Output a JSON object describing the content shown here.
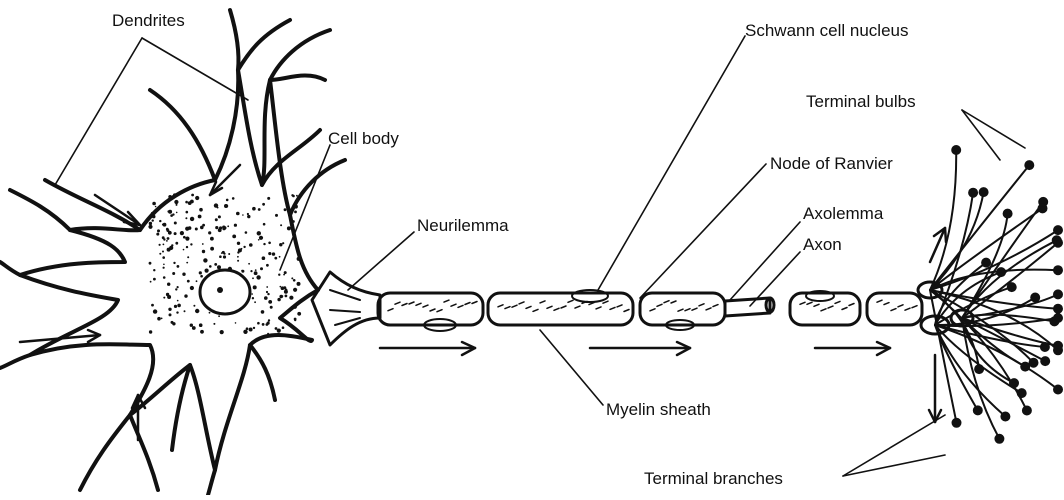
{
  "diagram": {
    "labels": {
      "dendrites": "Dendrites",
      "cell_body": "Cell body",
      "neurilemma": "Neurilemma",
      "schwann_cell_nucleus": "Schwann cell nucleus",
      "node_of_ranvier": "Node of Ranvier",
      "axolemma": "Axolemma",
      "axon": "Axon",
      "terminal_bulbs": "Terminal bulbs",
      "myelin_sheath": "Myelin sheath",
      "terminal_branches": "Terminal branches"
    }
  }
}
